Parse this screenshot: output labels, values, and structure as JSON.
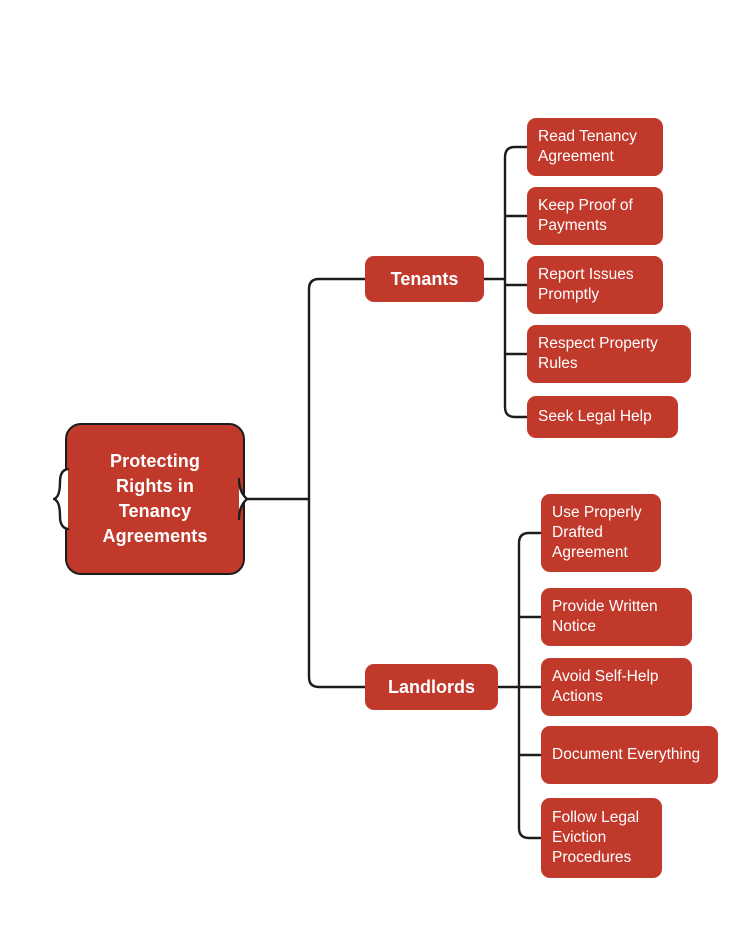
{
  "diagram": {
    "type": "mind-map",
    "background_color": "#ffffff",
    "node_color": "#C0392B",
    "node_text_color": "#ffffff",
    "connector_color": "#1c1c1c",
    "root": {
      "label": "Protecting Rights in Tenancy Agreements",
      "line1": "Protecting",
      "line2": "Rights in",
      "line3": "Tenancy",
      "line4": "Agreements"
    },
    "branches": [
      {
        "label": "Tenants",
        "children": [
          {
            "label": "Read Tenancy Agreement"
          },
          {
            "label": "Keep Proof of Payments"
          },
          {
            "label": "Report Issues Promptly"
          },
          {
            "label": "Respect Property Rules"
          },
          {
            "label": "Seek Legal Help"
          }
        ]
      },
      {
        "label": "Landlords",
        "children": [
          {
            "label": "Use Properly Drafted Agreement"
          },
          {
            "label": "Provide Written Notice"
          },
          {
            "label": "Avoid Self-Help Actions"
          },
          {
            "label": "Document Everything"
          },
          {
            "label": "Follow Legal Eviction Procedures"
          }
        ]
      }
    ]
  }
}
